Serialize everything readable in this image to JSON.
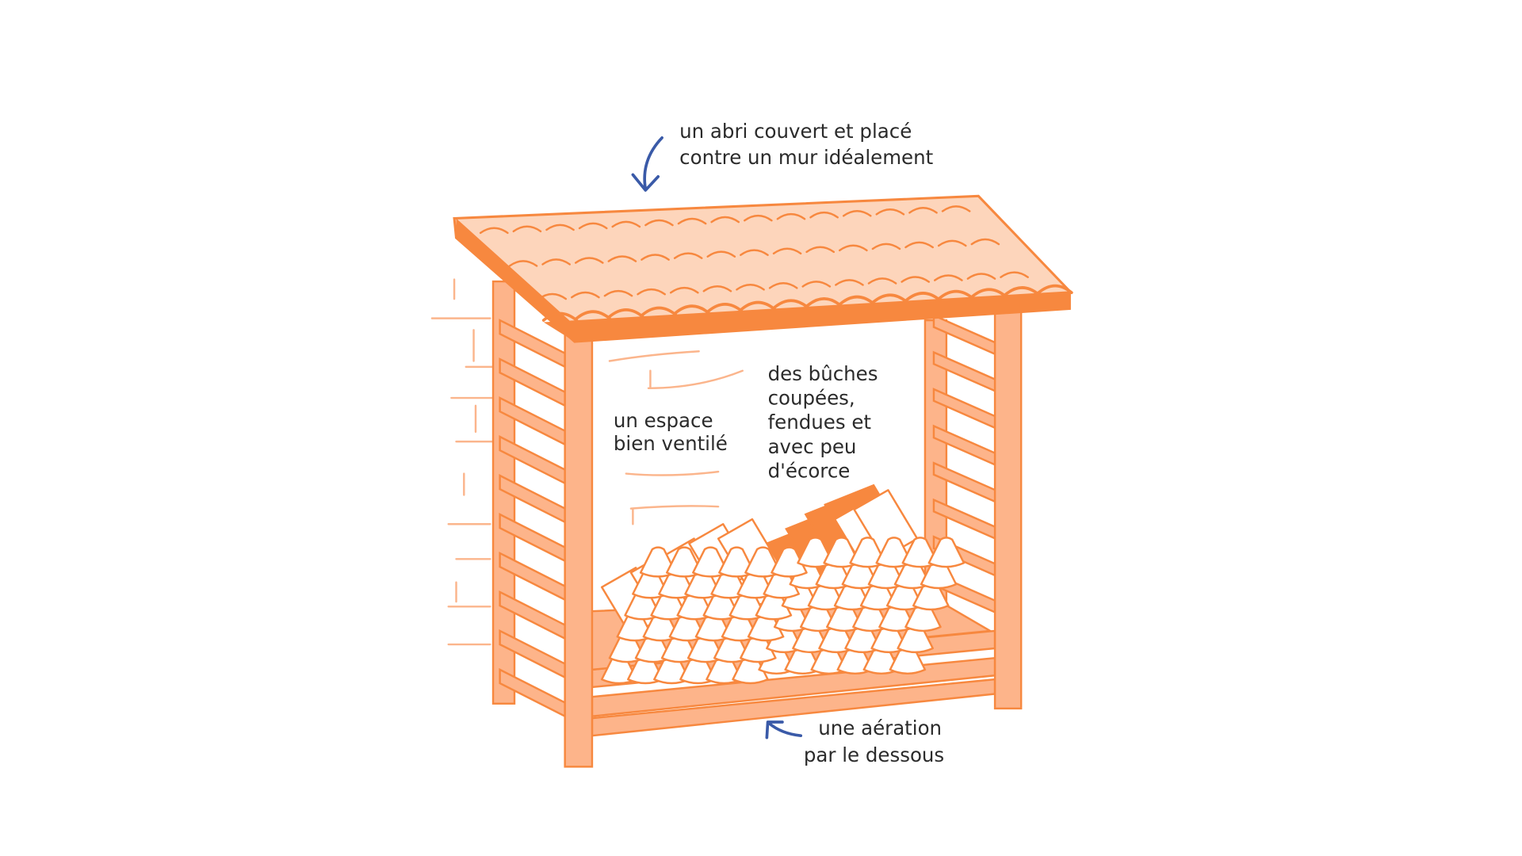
{
  "labels": {
    "shelter": [
      "un abri couvert et placé",
      "contre un mur idéalement"
    ],
    "ventilation": [
      "un espace",
      "bien ventilé"
    ],
    "logs": [
      "des bûches",
      "coupées,",
      "fendues et",
      "avec peu",
      "d'écorce"
    ],
    "aeration": [
      "une aération",
      "par le dessous"
    ]
  },
  "colors": {
    "accent": "#f7883f",
    "roof": "#fdd5bb",
    "wood": "#fdb48a",
    "arrow": "#3a5aa8",
    "text": "#2b2b2b"
  }
}
